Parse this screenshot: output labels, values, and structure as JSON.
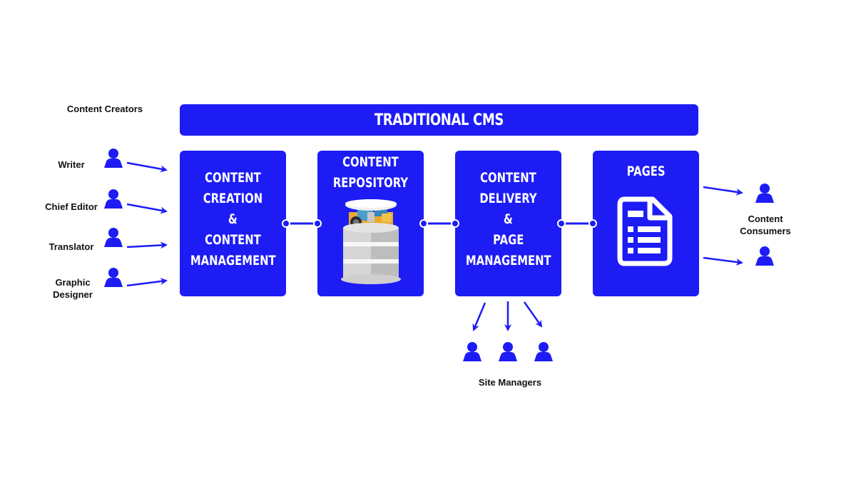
{
  "title": "TRADITIONAL CMS",
  "creators": {
    "heading": "Content Creators",
    "roles": [
      "Writer",
      "Chief Editor",
      "Translator",
      "Graphic Designer"
    ]
  },
  "stages": [
    {
      "lines": [
        "CONTENT",
        "CREATION",
        "&",
        "CONTENT",
        "MANAGEMENT"
      ],
      "icon": "none"
    },
    {
      "lines": [
        "CONTENT",
        "REPOSITORY"
      ],
      "icon": "database-icon"
    },
    {
      "lines": [
        "CONTENT",
        "DELIVERY",
        "&",
        "PAGE",
        "MANAGEMENT"
      ],
      "icon": "none"
    },
    {
      "lines": [
        "PAGES"
      ],
      "icon": "document-icon"
    }
  ],
  "consumers": {
    "label_line1": "Content",
    "label_line2": "Consumers"
  },
  "site_managers": {
    "label": "Site Managers"
  },
  "colors": {
    "accent": "#1d1cf5",
    "text": "#111111",
    "background": "#ffffff"
  }
}
